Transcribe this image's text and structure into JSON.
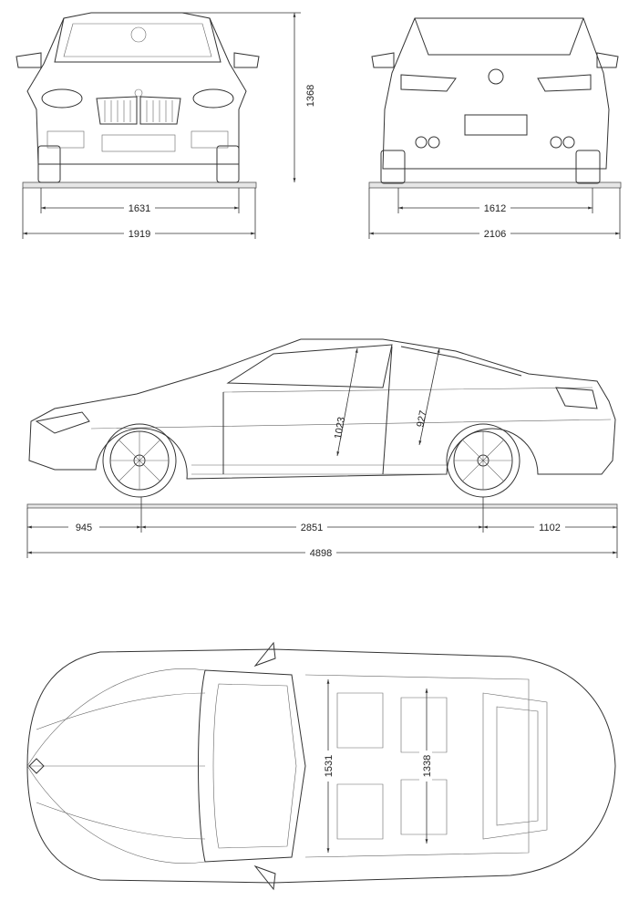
{
  "front_view": {
    "track_width": "1631",
    "overall_width": "1919",
    "height": "1368"
  },
  "rear_view": {
    "track_width": "1612",
    "width_with_mirrors": "2106"
  },
  "side_view": {
    "front_overhang": "945",
    "wheelbase": "2851",
    "rear_overhang": "1102",
    "overall_length": "4898",
    "front_headroom": "1023",
    "rear_headroom": "927"
  },
  "top_view": {
    "front_interior_width": "1531",
    "rear_interior_width": "1338"
  },
  "colors": {
    "line": "#333333",
    "ground": "#e6e6e6"
  }
}
